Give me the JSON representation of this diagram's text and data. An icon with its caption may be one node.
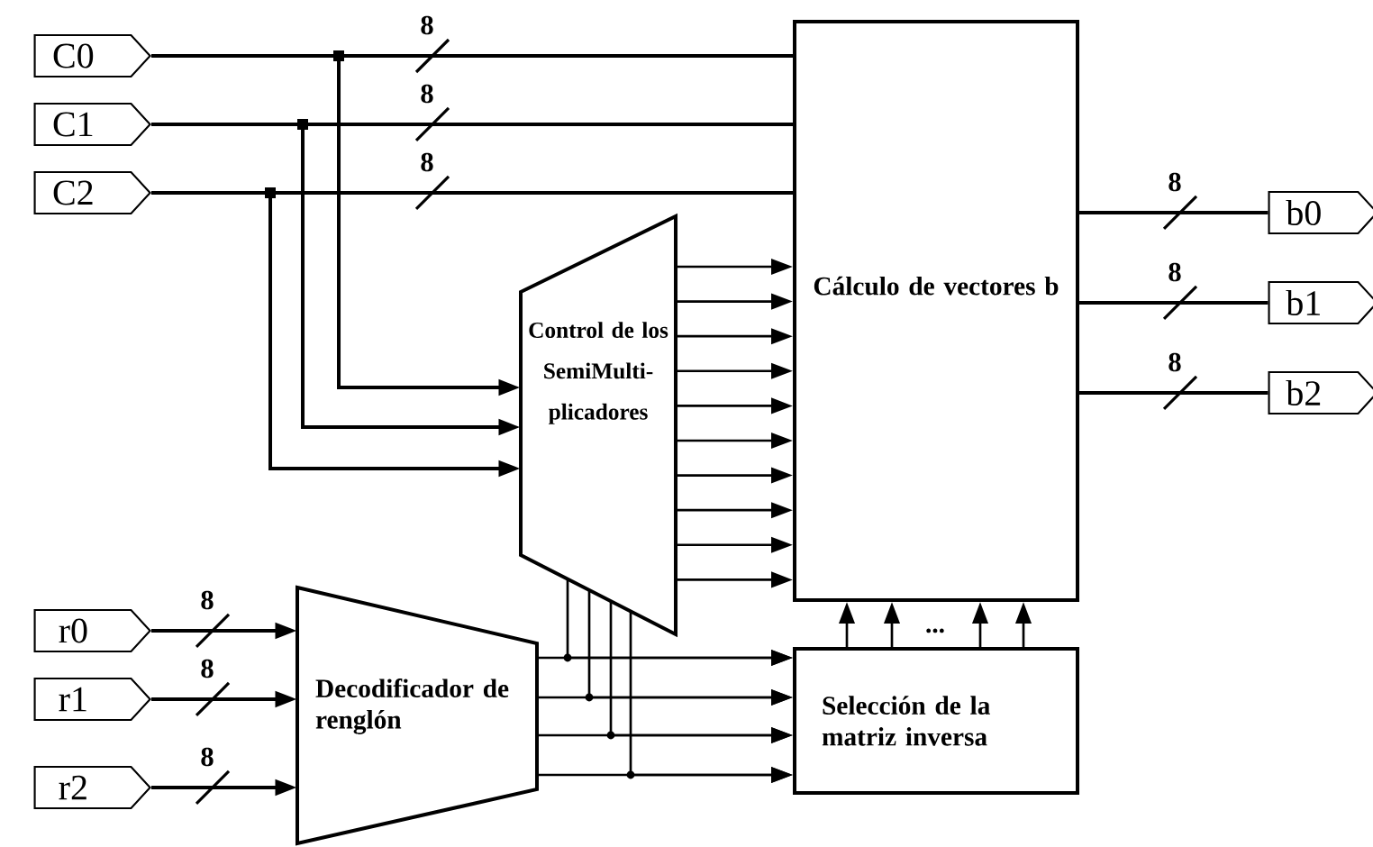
{
  "diagram": {
    "nodes": [
      {
        "text": [
          "C0"
        ]
      },
      {
        "text": [
          "C1"
        ]
      },
      {
        "text": [
          "C2"
        ]
      },
      {
        "text": [
          "Control de los SemiMulti-plicadores"
        ]
      },
      {
        "text": [
          "Cálculo de vectores b"
        ]
      },
      {
        "text": [
          "b0"
        ]
      },
      {
        "text": [
          "b1"
        ]
      },
      {
        "text": [
          "b2"
        ]
      },
      {
        "text": [
          "r0"
        ]
      },
      {
        "text": [
          "r1"
        ]
      },
      {
        "text": [
          "r2"
        ]
      },
      {
        "text": [
          "Decodificador de renglón"
        ]
      },
      {
        "text": [
          "Selección de la matriz inversa"
        ]
      }
    ],
    "edges": [
      {
        "from": 0,
        "to": 4,
        "arrow": "none",
        "label": "8"
      },
      {
        "from": 1,
        "to": 4,
        "arrow": "none",
        "label": "8"
      },
      {
        "from": 2,
        "to": 4,
        "arrow": "none",
        "label": "8"
      },
      {
        "from": 0,
        "to": 3,
        "arrow": "to"
      },
      {
        "from": 1,
        "to": 3,
        "arrow": "to"
      },
      {
        "from": 2,
        "to": 3,
        "arrow": "to"
      },
      {
        "from": 3,
        "to": 4,
        "arrow": "to"
      },
      {
        "from": 3,
        "to": 4,
        "arrow": "to"
      },
      {
        "from": 3,
        "to": 4,
        "arrow": "to"
      },
      {
        "from": 3,
        "to": 4,
        "arrow": "to"
      },
      {
        "from": 3,
        "to": 4,
        "arrow": "to"
      },
      {
        "from": 3,
        "to": 4,
        "arrow": "to"
      },
      {
        "from": 3,
        "to": 4,
        "arrow": "to"
      },
      {
        "from": 3,
        "to": 4,
        "arrow": "to"
      },
      {
        "from": 3,
        "to": 4,
        "arrow": "to"
      },
      {
        "from": 3,
        "to": 4,
        "arrow": "to"
      },
      {
        "from": 4,
        "to": 5,
        "arrow": "none",
        "label": "8"
      },
      {
        "from": 4,
        "to": 6,
        "arrow": "none",
        "label": "8"
      },
      {
        "from": 4,
        "to": 7,
        "arrow": "none",
        "label": "8"
      },
      {
        "from": 8,
        "to": 11,
        "arrow": "to",
        "label": "8"
      },
      {
        "from": 9,
        "to": 11,
        "arrow": "to",
        "label": "8"
      },
      {
        "from": 10,
        "to": 11,
        "arrow": "to",
        "label": "8"
      },
      {
        "from": 11,
        "to": 12,
        "arrow": "to"
      },
      {
        "from": 11,
        "to": 12,
        "arrow": "to"
      },
      {
        "from": 11,
        "to": 12,
        "arrow": "to"
      },
      {
        "from": 11,
        "to": 12,
        "arrow": "to"
      },
      {
        "from": 3,
        "to": 12,
        "arrow": "to"
      },
      {
        "from": 3,
        "to": 12,
        "arrow": "to"
      },
      {
        "from": 3,
        "to": 12,
        "arrow": "to"
      },
      {
        "from": 3,
        "to": 12,
        "arrow": "to"
      },
      {
        "from": 12,
        "to": 4,
        "arrow": "to"
      },
      {
        "from": 12,
        "to": 4,
        "arrow": "to"
      },
      {
        "from": 12,
        "to": 4,
        "arrow": "to"
      },
      {
        "from": 12,
        "to": 4,
        "arrow": "to"
      }
    ],
    "labels": [
      "..."
    ]
  }
}
